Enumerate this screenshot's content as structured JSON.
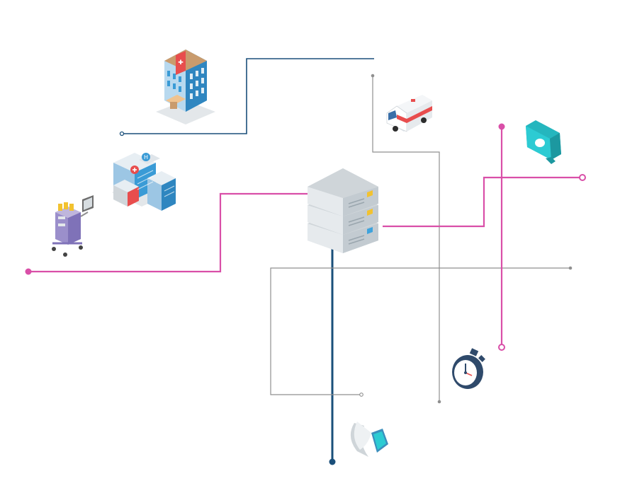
{
  "colors": {
    "background": "#ffffff",
    "navy_line": "#1a4f7a",
    "magenta_line": "#d94fa8",
    "gray_line": "#8f8f8f",
    "server_body": "#e3e7ea",
    "server_top": "#cfd5d9",
    "server_shadow": "#b3bcc2",
    "status_yellow": "#f2c230",
    "status_blue": "#3ea3dd",
    "teal_device": "#2ccbd3",
    "ambulance_red": "#e84d4d",
    "hospital_blue": "#3a9bd6",
    "stopwatch_navy": "#2f4a6b"
  },
  "nodes": [
    {
      "id": "server",
      "icon": "server-rack-icon"
    },
    {
      "id": "hospital-tower",
      "icon": "hospital-building-icon"
    },
    {
      "id": "hospital-complex",
      "icon": "hospital-complex-icon"
    },
    {
      "id": "medical-cart",
      "icon": "medical-equipment-cart-icon"
    },
    {
      "id": "ambulance",
      "icon": "ambulance-icon"
    },
    {
      "id": "wearable-sensor",
      "icon": "wearable-sensor-icon"
    },
    {
      "id": "stopwatch",
      "icon": "stopwatch-icon"
    },
    {
      "id": "smartwatch",
      "icon": "smartwatch-icon"
    }
  ]
}
